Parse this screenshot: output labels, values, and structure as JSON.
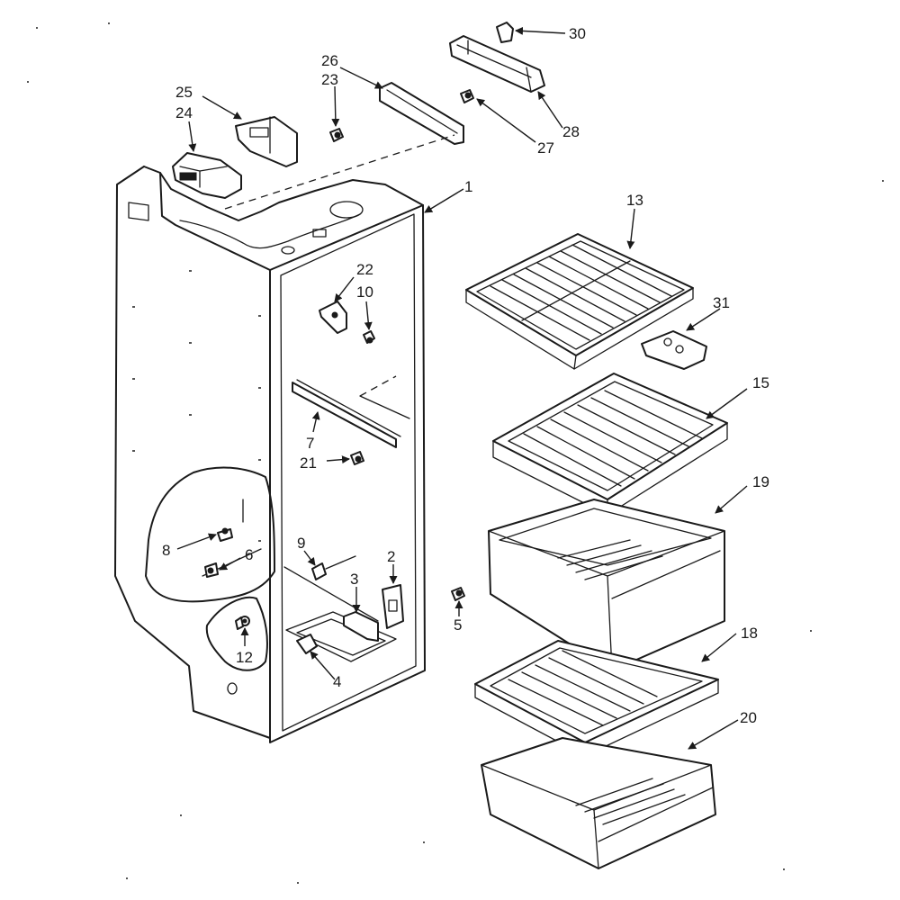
{
  "diagram": {
    "callouts": [
      "30",
      "26",
      "23",
      "25",
      "24",
      "28",
      "27",
      "1",
      "13",
      "22",
      "10",
      "31",
      "15",
      "7",
      "21",
      "19",
      "8",
      "9",
      "6",
      "2",
      "3",
      "5",
      "12",
      "4",
      "18",
      "20"
    ]
  }
}
